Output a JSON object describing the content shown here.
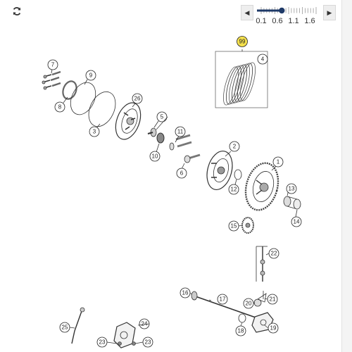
{
  "toolbar": {
    "refresh_icon": "refresh-icon",
    "prev_icon": "caret-left-icon",
    "next_icon": "caret-right-icon",
    "prev_glyph": "◀",
    "next_glyph": "▶",
    "zoom": {
      "min": 0.1,
      "max": 2.1,
      "value": 0.85,
      "labels": [
        "0.1",
        "0.6",
        "1.1",
        "1.6"
      ],
      "track_color": "#1f3a68",
      "tick_color": "#9a9a9a"
    }
  },
  "diagram": {
    "highlight_color": "#f4e04d",
    "callouts": [
      {
        "label": "99",
        "highlighted": true
      },
      {
        "label": "4"
      },
      {
        "label": "7"
      },
      {
        "label": "9"
      },
      {
        "label": "8"
      },
      {
        "label": "3"
      },
      {
        "label": "26"
      },
      {
        "label": "5"
      },
      {
        "label": "10"
      },
      {
        "label": "11"
      },
      {
        "label": "6"
      },
      {
        "label": "2"
      },
      {
        "label": "1"
      },
      {
        "label": "12"
      },
      {
        "label": "13"
      },
      {
        "label": "14"
      },
      {
        "label": "15"
      },
      {
        "label": "22"
      },
      {
        "label": "16"
      },
      {
        "label": "17"
      },
      {
        "label": "21"
      },
      {
        "label": "20"
      },
      {
        "label": "18"
      },
      {
        "label": "19"
      },
      {
        "label": "25"
      },
      {
        "label": "24"
      },
      {
        "label": "23"
      },
      {
        "label": "23"
      }
    ]
  }
}
